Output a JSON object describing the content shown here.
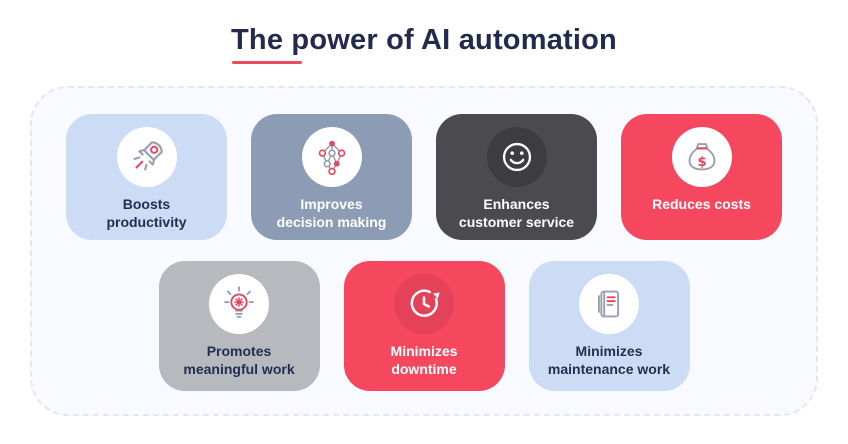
{
  "title": "The power of AI automation",
  "title_color": "#222b4d",
  "accent_color": "#ee4960",
  "board": {
    "bg": "#f8faff"
  },
  "cards": [
    {
      "label": "Boosts\nproductivity",
      "bg": "#cddcf5",
      "text_color": "#232f52",
      "icon": "rocket-icon"
    },
    {
      "label": "Improves\ndecision making",
      "bg": "#8c9cb4",
      "text_color": "#ffffff",
      "icon": "decision-network-icon"
    },
    {
      "label": "Enhances\ncustomer service",
      "bg": "#4b4b4f",
      "text_color": "#ffffff",
      "icon": "smiley-face-icon"
    },
    {
      "label": "Reduces costs",
      "bg": "#f5485f",
      "text_color": "#ffffff",
      "icon": "money-bag-icon"
    },
    {
      "label": "Promotes\nmeaningful work",
      "bg": "#b6b9be",
      "text_color": "#232f52",
      "icon": "lightbulb-icon"
    },
    {
      "label": "Minimizes\ndowntime",
      "bg": "#f5485f",
      "text_color": "#ffffff",
      "icon": "clock-refresh-icon"
    },
    {
      "label": "Minimizes\nmaintenance work",
      "bg": "#cddcf5",
      "text_color": "#232f52",
      "icon": "documents-icon"
    }
  ]
}
